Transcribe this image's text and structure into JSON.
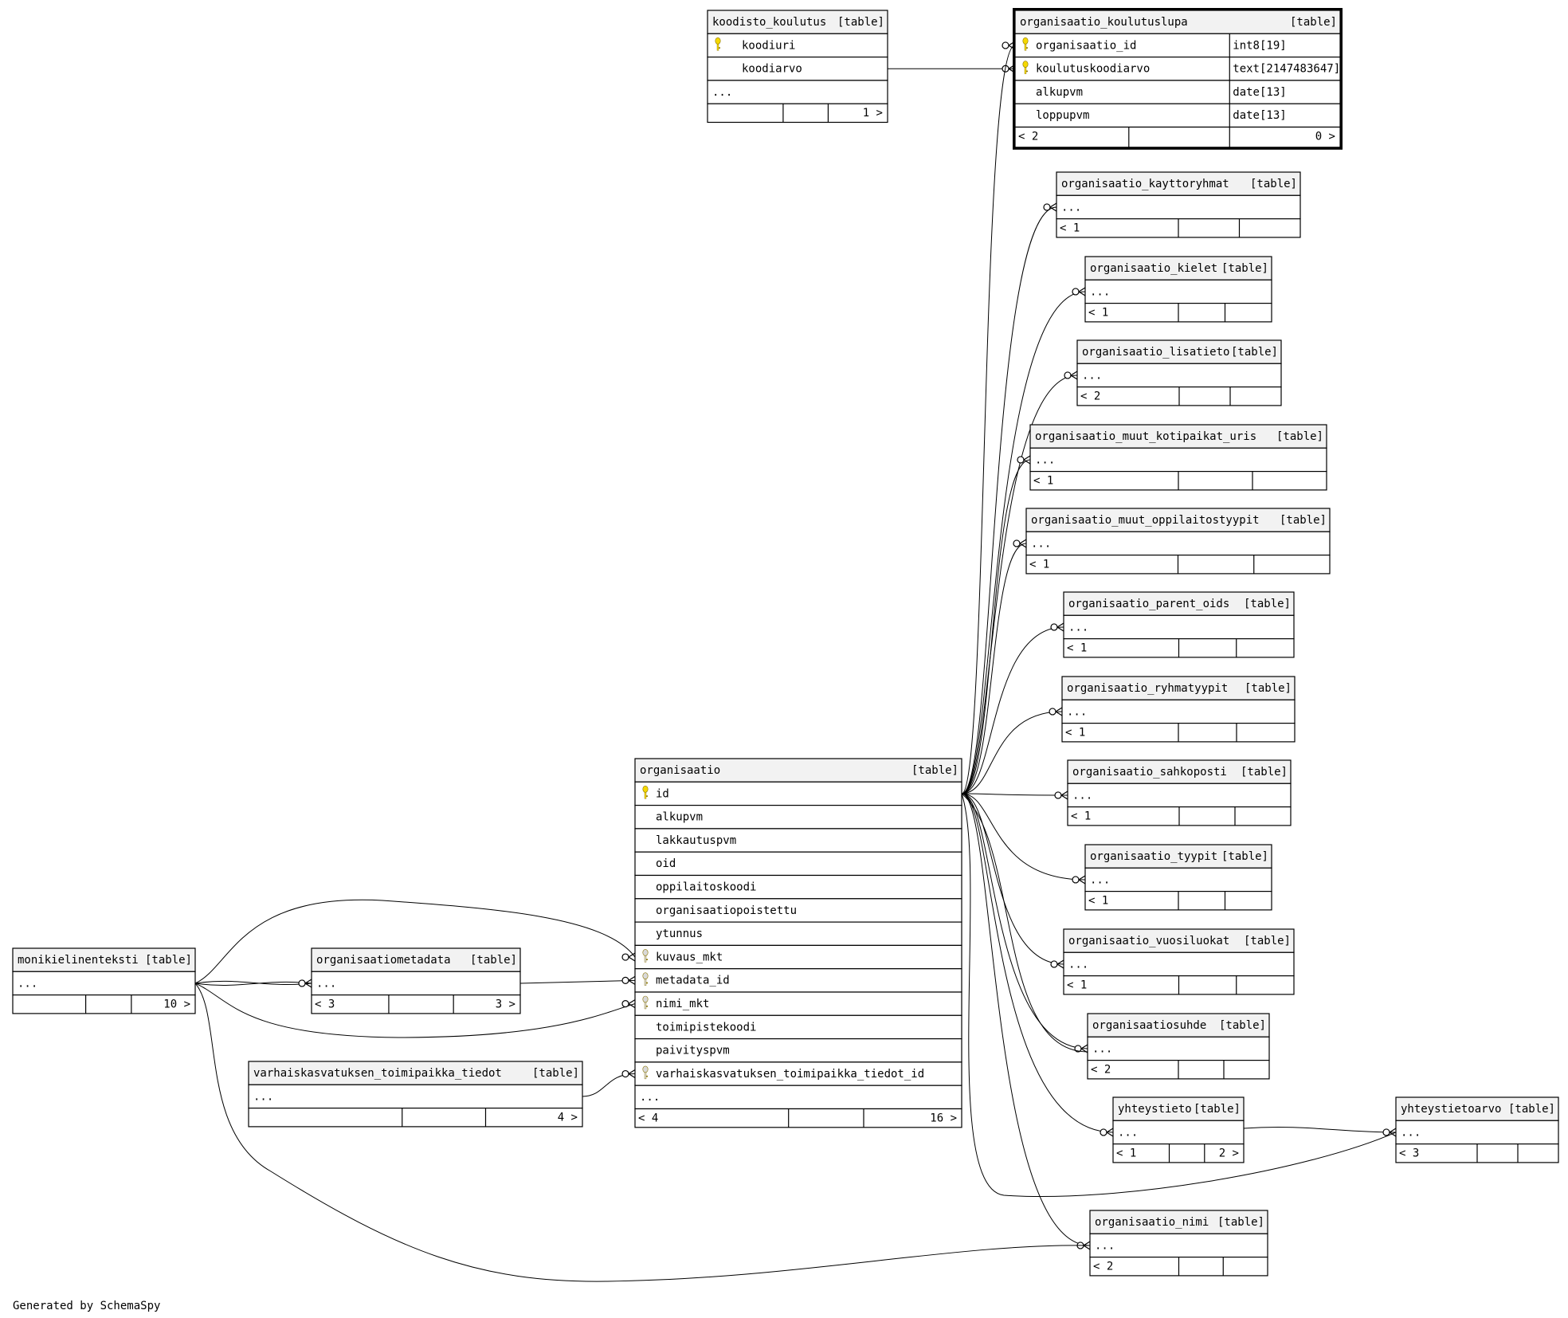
{
  "footer": "Generated by SchemaSpy",
  "tables": [
    {
      "id": "koodisto_koulutus",
      "name": "koodisto_koulutus",
      "tag": "[table]",
      "rows": [
        {
          "text": "koodiuri",
          "key": "pk"
        },
        {
          "text": "koodiarvo"
        },
        {
          "text": "..."
        }
      ],
      "footer": [
        "",
        "",
        "1 >"
      ]
    },
    {
      "id": "organisaatio_koulutuslupa",
      "name": "organisaatio_koulutuslupa",
      "tag": "[table]",
      "bold": true,
      "rows": [
        {
          "text": "organisaatio_id",
          "type": "int8[19]",
          "key": "pk"
        },
        {
          "text": "koulutuskoodiarvo",
          "type": "text[2147483647]",
          "key": "pk"
        },
        {
          "text": "alkupvm",
          "type": "date[13]"
        },
        {
          "text": "loppupvm",
          "type": "date[13]"
        }
      ],
      "footer": [
        "< 2",
        "",
        "0 >"
      ]
    },
    {
      "id": "organisaatio_kayttoryhmat",
      "name": "organisaatio_kayttoryhmat",
      "tag": "[table]",
      "rows": [
        {
          "text": "..."
        }
      ],
      "footer": [
        "< 1",
        "",
        ""
      ]
    },
    {
      "id": "organisaatio_kielet",
      "name": "organisaatio_kielet",
      "tag": "[table]",
      "rows": [
        {
          "text": "..."
        }
      ],
      "footer": [
        "< 1",
        "",
        ""
      ]
    },
    {
      "id": "organisaatio_lisatieto",
      "name": "organisaatio_lisatieto",
      "tag": "[table]",
      "rows": [
        {
          "text": "..."
        }
      ],
      "footer": [
        "< 2",
        "",
        ""
      ]
    },
    {
      "id": "organisaatio_muut_kotipaikat_uris",
      "name": "organisaatio_muut_kotipaikat_uris",
      "tag": "[table]",
      "rows": [
        {
          "text": "..."
        }
      ],
      "footer": [
        "< 1",
        "",
        ""
      ]
    },
    {
      "id": "organisaatio_muut_oppilaitostyypit",
      "name": "organisaatio_muut_oppilaitostyypit",
      "tag": "[table]",
      "rows": [
        {
          "text": "..."
        }
      ],
      "footer": [
        "< 1",
        "",
        ""
      ]
    },
    {
      "id": "organisaatio_parent_oids",
      "name": "organisaatio_parent_oids",
      "tag": "[table]",
      "rows": [
        {
          "text": "..."
        }
      ],
      "footer": [
        "< 1",
        "",
        ""
      ]
    },
    {
      "id": "organisaatio_ryhmatyypit",
      "name": "organisaatio_ryhmatyypit",
      "tag": "[table]",
      "rows": [
        {
          "text": "..."
        }
      ],
      "footer": [
        "< 1",
        "",
        ""
      ]
    },
    {
      "id": "organisaatio_sahkoposti",
      "name": "organisaatio_sahkoposti",
      "tag": "[table]",
      "rows": [
        {
          "text": "..."
        }
      ],
      "footer": [
        "< 1",
        "",
        ""
      ]
    },
    {
      "id": "organisaatio_tyypit",
      "name": "organisaatio_tyypit",
      "tag": "[table]",
      "rows": [
        {
          "text": "..."
        }
      ],
      "footer": [
        "< 1",
        "",
        ""
      ]
    },
    {
      "id": "organisaatio_vuosiluokat",
      "name": "organisaatio_vuosiluokat",
      "tag": "[table]",
      "rows": [
        {
          "text": "..."
        }
      ],
      "footer": [
        "< 1",
        "",
        ""
      ]
    },
    {
      "id": "organisaatiosuhde",
      "name": "organisaatiosuhde",
      "tag": "[table]",
      "rows": [
        {
          "text": "..."
        }
      ],
      "footer": [
        "< 2",
        "",
        ""
      ]
    },
    {
      "id": "yhteystieto",
      "name": "yhteystieto",
      "tag": "[table]",
      "rows": [
        {
          "text": "..."
        }
      ],
      "footer": [
        "< 1",
        "",
        "2 >"
      ]
    },
    {
      "id": "yhteystietoarvo",
      "name": "yhteystietoarvo",
      "tag": "[table]",
      "rows": [
        {
          "text": "..."
        }
      ],
      "footer": [
        "< 3",
        "",
        ""
      ]
    },
    {
      "id": "organisaatio_nimi",
      "name": "organisaatio_nimi",
      "tag": "[table]",
      "rows": [
        {
          "text": "..."
        }
      ],
      "footer": [
        "< 2",
        "",
        ""
      ]
    },
    {
      "id": "organisaatio",
      "name": "organisaatio",
      "tag": "[table]",
      "rows": [
        {
          "text": "id",
          "key": "pk"
        },
        {
          "text": "alkupvm"
        },
        {
          "text": "lakkautuspvm"
        },
        {
          "text": "oid"
        },
        {
          "text": "oppilaitoskoodi"
        },
        {
          "text": "organisaatiopoistettu"
        },
        {
          "text": "ytunnus"
        },
        {
          "text": "kuvaus_mkt",
          "key": "fk"
        },
        {
          "text": "metadata_id",
          "key": "fk"
        },
        {
          "text": "nimi_mkt",
          "key": "fk"
        },
        {
          "text": "toimipistekoodi"
        },
        {
          "text": "paivityspvm"
        },
        {
          "text": "varhaiskasvatuksen_toimipaikka_tiedot_id",
          "key": "fk"
        },
        {
          "text": "..."
        }
      ],
      "footer": [
        "< 4",
        "",
        "16 >"
      ]
    },
    {
      "id": "monikielinenteksti",
      "name": "monikielinenteksti",
      "tag": "[table]",
      "rows": [
        {
          "text": "..."
        }
      ],
      "footer": [
        "",
        "",
        "10 >"
      ]
    },
    {
      "id": "organisaatiometadata",
      "name": "organisaatiometadata",
      "tag": "[table]",
      "rows": [
        {
          "text": "..."
        }
      ],
      "footer": [
        "< 3",
        "",
        "3 >"
      ]
    },
    {
      "id": "varhaiskasvatuksen_toimipaikka_tiedot",
      "name": "varhaiskasvatuksen_toimipaikka_tiedot",
      "tag": "[table]",
      "rows": [
        {
          "text": "..."
        }
      ],
      "footer": [
        "",
        "",
        "4 >"
      ]
    }
  ],
  "relationships": [
    {
      "from": "koodisto_koulutus",
      "to": "organisaatio_koulutuslupa"
    },
    {
      "from": "organisaatio",
      "to": "organisaatio_koulutuslupa"
    },
    {
      "from": "organisaatio",
      "to": "organisaatio_kayttoryhmat"
    },
    {
      "from": "organisaatio",
      "to": "organisaatio_kielet"
    },
    {
      "from": "organisaatio",
      "to": "organisaatio_lisatieto"
    },
    {
      "from": "organisaatio",
      "to": "organisaatio_muut_kotipaikat_uris"
    },
    {
      "from": "organisaatio",
      "to": "organisaatio_muut_oppilaitostyypit"
    },
    {
      "from": "organisaatio",
      "to": "organisaatio_parent_oids"
    },
    {
      "from": "organisaatio",
      "to": "organisaatio_ryhmatyypit"
    },
    {
      "from": "organisaatio",
      "to": "organisaatio_sahkoposti"
    },
    {
      "from": "organisaatio",
      "to": "organisaatio_tyypit"
    },
    {
      "from": "organisaatio",
      "to": "organisaatio_vuosiluokat"
    },
    {
      "from": "organisaatio",
      "to": "organisaatiosuhde"
    },
    {
      "from": "organisaatio",
      "to": "yhteystieto"
    },
    {
      "from": "organisaatio",
      "to": "yhteystietoarvo"
    },
    {
      "from": "organisaatio",
      "to": "organisaatio_nimi"
    },
    {
      "from": "yhteystieto",
      "to": "yhteystietoarvo"
    },
    {
      "from": "monikielinenteksti",
      "to": "organisaatio"
    },
    {
      "from": "monikielinenteksti",
      "to": "organisaatiometadata"
    },
    {
      "from": "monikielinenteksti",
      "to": "organisaatio_nimi"
    },
    {
      "from": "organisaatiometadata",
      "to": "organisaatio"
    },
    {
      "from": "varhaiskasvatuksen_toimipaikka_tiedot",
      "to": "organisaatio"
    }
  ]
}
